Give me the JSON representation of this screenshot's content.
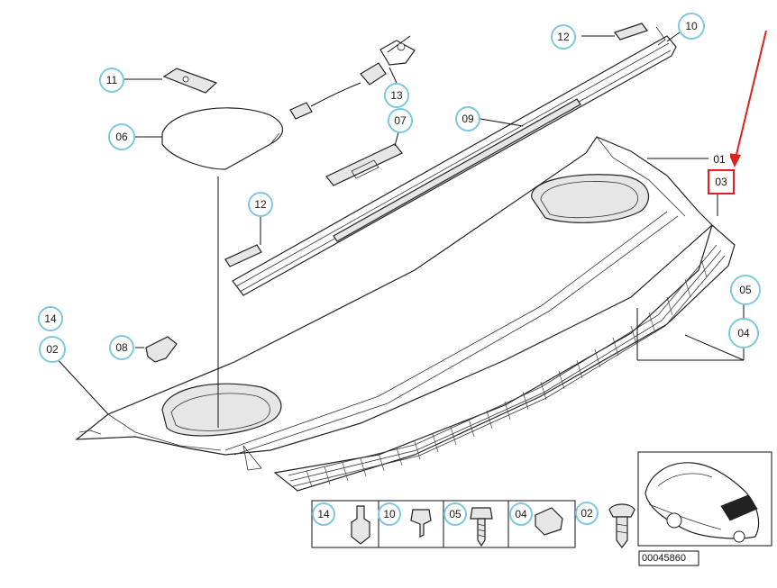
{
  "diagram": {
    "callouts": {
      "c10_top": "10",
      "c12_top": "12",
      "c11": "11",
      "c13": "13",
      "c07": "07",
      "c09": "09",
      "c06": "06",
      "c12_mid": "12",
      "c14": "14",
      "c02": "02",
      "c08": "08",
      "c05": "05",
      "c04": "04"
    },
    "labels": {
      "l01": "01",
      "l03_highlighted": "03"
    },
    "legend": {
      "items": [
        {
          "num": "14"
        },
        {
          "num": "10"
        },
        {
          "num": "05"
        },
        {
          "num": "04"
        },
        {
          "num": "02"
        }
      ]
    },
    "doc_number": "00045860",
    "colors": {
      "callout_ring": "#7ec8e3",
      "highlight": "#e02020",
      "line": "#111111"
    }
  }
}
